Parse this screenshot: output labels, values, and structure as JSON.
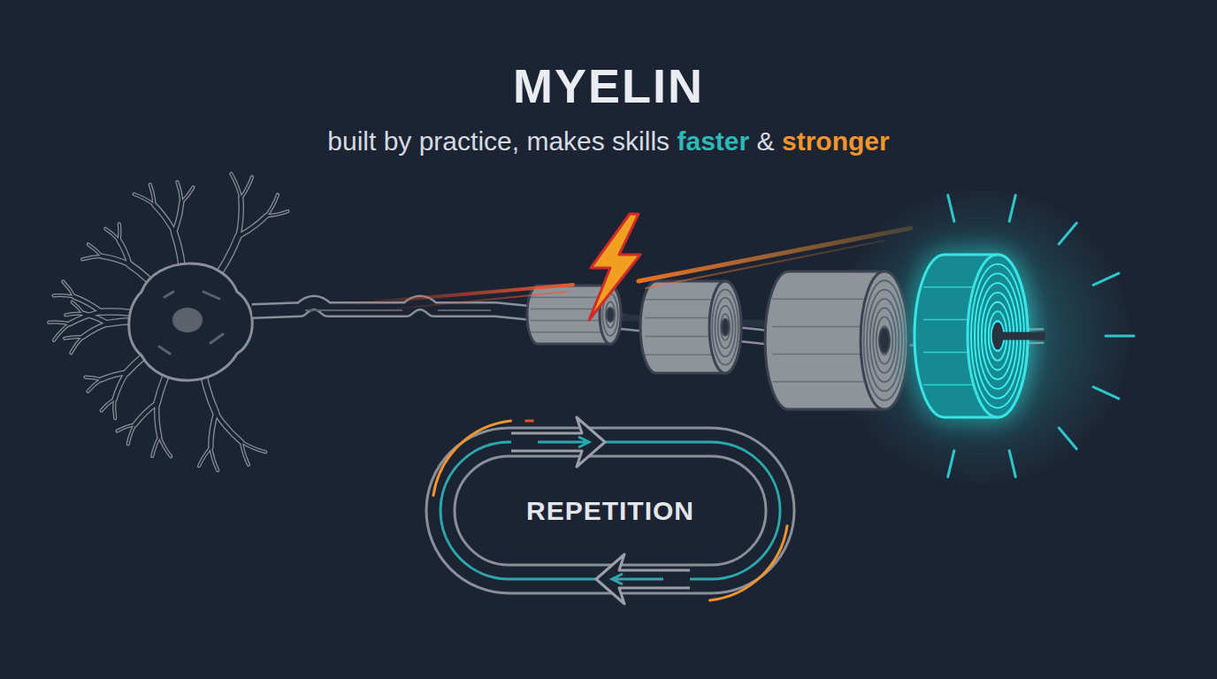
{
  "diagram": {
    "title": "MYELIN",
    "nodes": [
      {
        "text": [
          "REPETITION"
        ]
      }
    ],
    "labels": [
      "built by practice, makes skills",
      "faster",
      "&",
      "stronger"
    ]
  }
}
